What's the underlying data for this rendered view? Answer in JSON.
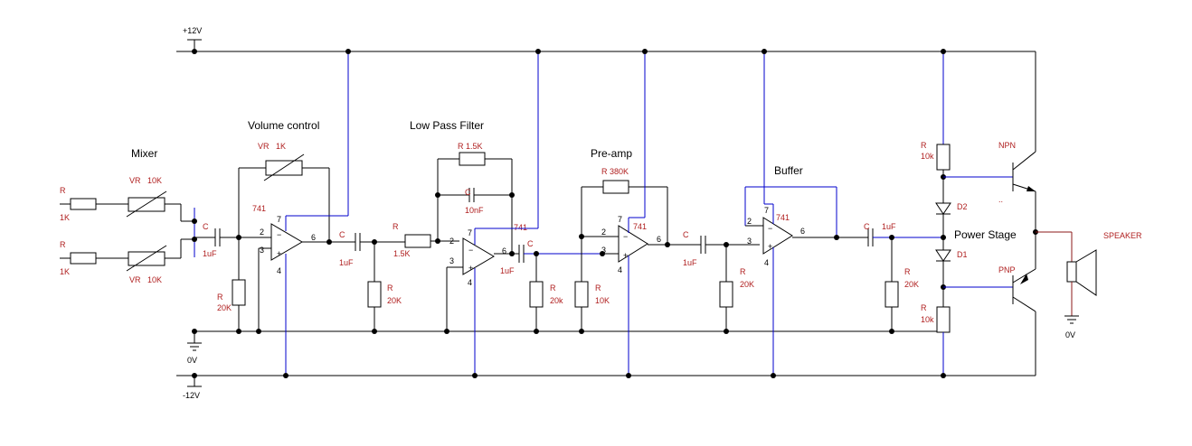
{
  "rails": {
    "plus": "+12V",
    "minus": "-12V",
    "ground": "0V"
  },
  "titles": {
    "mixer": "Mixer",
    "volume": "Volume control",
    "lpf": "Low Pass Filter",
    "preamp": "Pre-amp",
    "buffer": "Buffer",
    "power": "Power Stage"
  },
  "labels": {
    "r": "R",
    "c": "C",
    "vr": "VR",
    "r1k": "1K",
    "vr10k": "10K",
    "vr1k": "1K",
    "uf1": "1uF",
    "r20k": "20K",
    "r15k": "1.5K",
    "r15k2": "R 1.5K",
    "c10nf": "10nF",
    "r20k_l": "20k",
    "r10k": "10K",
    "r380k": "R 380K",
    "r10k_l": "10k",
    "ic": "741",
    "npn": "NPN",
    "pnp": "PNP",
    "d1": "D1",
    "d2": "D2",
    "speaker": "SPEAKER",
    "dots": ".."
  },
  "pins": {
    "p2": "2",
    "p3": "3",
    "p4": "4",
    "p6": "6",
    "p7": "7"
  }
}
